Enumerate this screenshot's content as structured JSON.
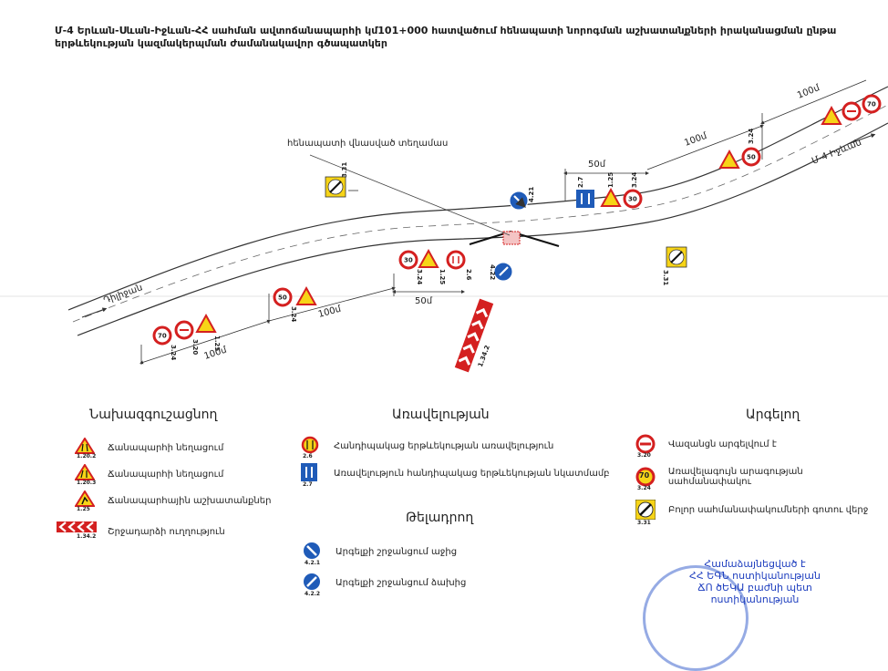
{
  "title": "Մ-4 Երևան-Սևան-Իջևան-ՀՀ սահման ավտոճանապարհի կմ101+000 հատվածում հենապատի նորոգման աշխատանքների իրականացման ընթա\nերթևեկության կազմակերպման ժամանակավոր գծապատկեր",
  "diagram": {
    "retaining_wall_label": "հենապատի վնասված տեղամաս",
    "direction_left": "Դիլիջան",
    "direction_right": "Մ-4 Իջևան",
    "distances": {
      "d100_left": "100մ",
      "d100_left2": "100մ",
      "d50_left": "50մ",
      "d50_right": "50մ",
      "d100_right": "100մ",
      "d100_right2": "100մ"
    },
    "sign_codes": {
      "s331": "3.31",
      "s421": "4.21",
      "s422": "4.22",
      "s1342": "1.34.2",
      "s27": "2.7",
      "s125": "1.25",
      "s324": "3.24",
      "s26": "2.6",
      "s320": "3.20"
    },
    "speed_limit": "30",
    "speed_limit2": "50",
    "speed_limit3": "70"
  },
  "legend": {
    "warning": {
      "title": "Նախազգուշացնող",
      "items": [
        {
          "code": "1.20.2",
          "label": "Ճանապարհի նեղացում",
          "icon": "road-narrowing-icon"
        },
        {
          "code": "1.20.3",
          "label": "Ճանապարհի նեղացում",
          "icon": "road-narrowing-icon"
        },
        {
          "code": "1.25",
          "label": "Ճանապարհային աշխատանքներ",
          "icon": "roadworks-icon"
        },
        {
          "code": "1.34.2",
          "label": "Շրջադարձի ուղղություն",
          "icon": "turn-direction-icon"
        }
      ]
    },
    "priority": {
      "title": "Առավելության",
      "items": [
        {
          "code": "2.6",
          "label": "Հանդիպակաց երթևեկության առավելություն",
          "icon": "oncoming-priority-icon"
        },
        {
          "code": "2.7",
          "label": "Առավելություն հանդիպակաց երթևեկության նկատմամբ",
          "icon": "priority-over-oncoming-icon"
        }
      ]
    },
    "mandatory": {
      "title": "Թելադրող",
      "items": [
        {
          "code": "4.2.1",
          "label": "Արգելքի շրջանցում աջից",
          "icon": "pass-right-icon"
        },
        {
          "code": "4.2.2",
          "label": "Արգելքի շրջանցում ձախից",
          "icon": "pass-left-icon"
        }
      ]
    },
    "prohibitory": {
      "title": "Արգելող",
      "items": [
        {
          "code": "3.20",
          "label": "Վազանցն արգելվում է",
          "icon": "no-overtaking-icon"
        },
        {
          "code": "3.24",
          "label": "Առավելագույն արագության սահմանափակու",
          "icon": "speed-limit-icon",
          "value": "70"
        },
        {
          "code": "3.31",
          "label": "Բոլոր սահմանափակումների գոտու վերջ",
          "icon": "end-restrictions-icon"
        }
      ]
    }
  },
  "stamp": {
    "text": "Համաձայնեցված է\nՀՀ ԵԳՆ ոստիկանության\nՃՈ ծԵԿԱ բաժնի պետ\nոստիկանության"
  },
  "colors": {
    "sign_red": "#d42020",
    "sign_yellow": "#f7d417",
    "sign_blue": "#1f5bb8",
    "road_line": "#333333"
  }
}
